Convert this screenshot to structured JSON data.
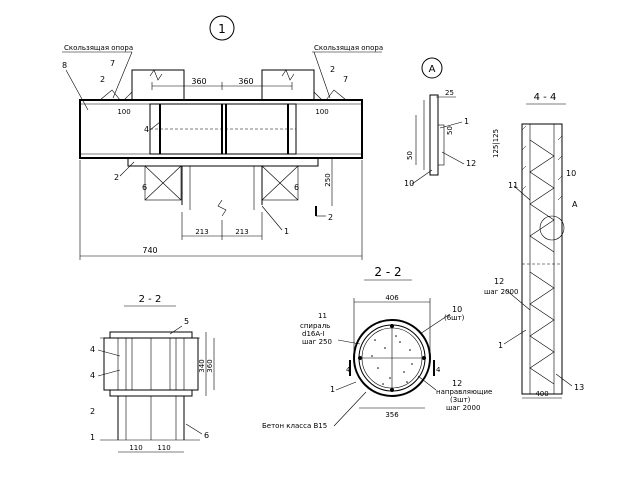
{
  "sheet_number": "1",
  "main_view": {
    "left_support_label": "Скользящая опора",
    "right_support_label": "Скользящая опора",
    "dims": {
      "left_top": "360",
      "right_top": "360",
      "left_small": "100",
      "right_small": "100",
      "height": "250",
      "half_left": "213",
      "half_right": "213",
      "overall": "740"
    },
    "callouts": {
      "beam": "8",
      "c7_left": "7",
      "c2_left": "2",
      "c4": "4",
      "c7_right": "7",
      "c2_right": "2",
      "c2_lower": "2",
      "c6_left": "6",
      "c6_right": "6",
      "c1": "1"
    },
    "section_mark": "2"
  },
  "detail_a": {
    "bubble": "A",
    "dims": {
      "top": "25",
      "mid": "50",
      "side": "50"
    },
    "callouts": {
      "c1": "1",
      "c12": "12",
      "c10": "10"
    }
  },
  "section_44": {
    "title": "4 - 4",
    "dims": {
      "pitch": "125|125",
      "bottom": "400"
    },
    "callouts": {
      "c11": "11",
      "c10": "10",
      "detail": "A",
      "c12": "12",
      "step": "шаг 2000",
      "c1": "1",
      "c13": "13"
    }
  },
  "section_22_left": {
    "title": "2 - 2",
    "dims": {
      "height1": "340",
      "height2": "360",
      "half_left": "110",
      "half_right": "110"
    },
    "callouts": {
      "c5": "5",
      "c4a": "4",
      "c4b": "4",
      "c2": "2",
      "c1": "1",
      "c6": "6"
    }
  },
  "section_22_right": {
    "title": "2 - 2",
    "dims": {
      "outer": "406",
      "inner": "356"
    },
    "callouts": {
      "spiral_num": "11",
      "spiral_line1": "спираль",
      "spiral_line2": "d16A-I",
      "spiral_step": "шаг 250",
      "c10": "10",
      "c10_note": "(6шт)",
      "c1": "1",
      "c12": "12",
      "c12_line1": "направляющие",
      "c12_line2": "(3шт)",
      "c12_step": "шаг 2000",
      "concrete": "Бетон класса В15",
      "arrow_l": "4",
      "arrow_r": "4"
    }
  }
}
